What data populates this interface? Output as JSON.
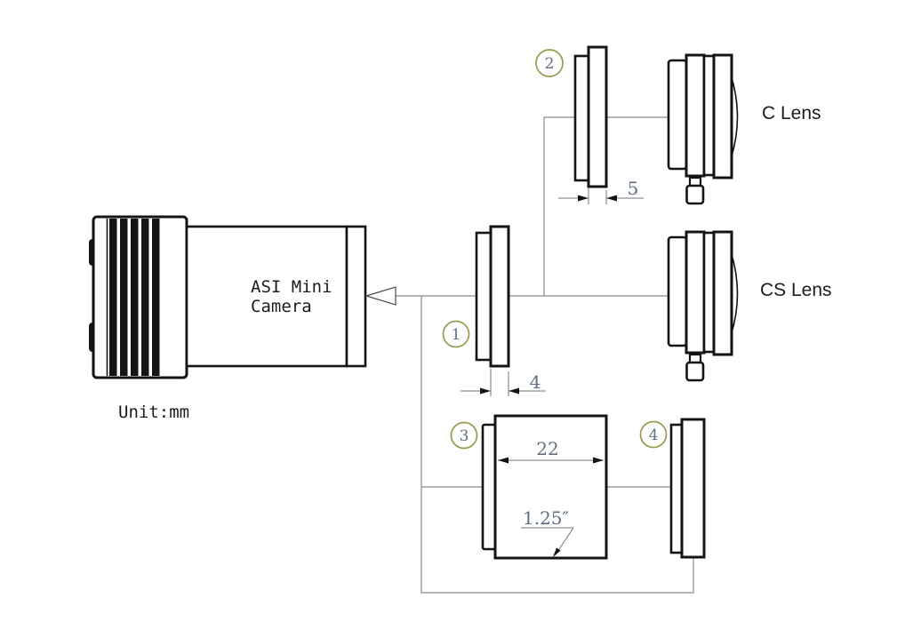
{
  "unit_note": "Unit:mm",
  "camera": {
    "name_line1": "ASI Mini",
    "name_line2": "Camera"
  },
  "lenses": {
    "c": "C Lens",
    "cs": "CS Lens"
  },
  "callouts": {
    "c1": "1",
    "c2": "2",
    "c3": "3",
    "c4": "4"
  },
  "dimensions": {
    "adapter_1_thickness_mm": "4",
    "adapter_2_thickness_mm": "5",
    "nosepiece_length_mm": "22",
    "nosepiece_diameter": "1.25″"
  },
  "colors": {
    "line": "#141414",
    "thin_line": "#8a8a8a",
    "callout_circle": "#9a9a52",
    "annotation_text": "#5f6e80"
  }
}
